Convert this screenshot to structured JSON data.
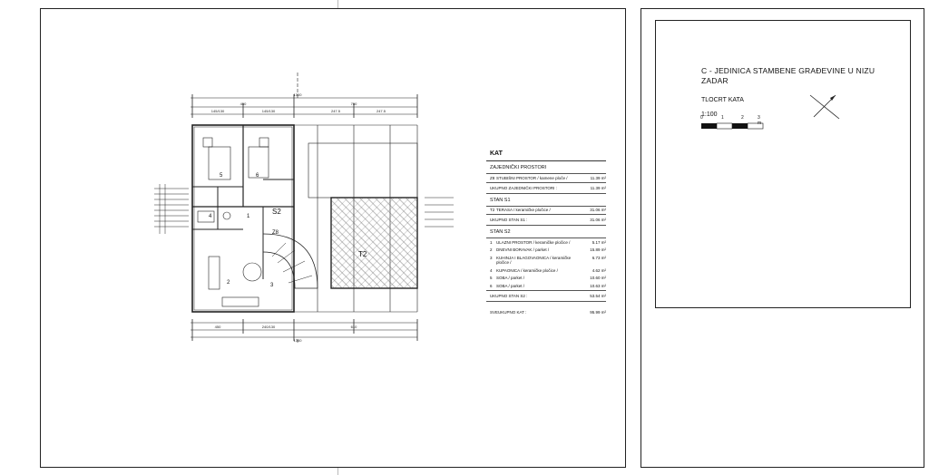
{
  "titleblock": {
    "title": "C - JEDINICA STAMBENE GRAĐEVINE U NIZU ZADAR",
    "subtitle": "TLOCRT KATA",
    "scale": "1:100",
    "scalebar_labels": [
      "0",
      "1",
      "2",
      "3 m"
    ]
  },
  "plan": {
    "room_labels": [
      "S2",
      "T2",
      "Z8",
      "1",
      "2",
      "3",
      "4",
      "5",
      "6"
    ],
    "dims_top": [
      "1300",
      "450",
      "750",
      "145/130",
      "145/130",
      "247.5",
      "247.5"
    ],
    "dims_bottom": [
      "450",
      "240/130",
      "610",
      "1340"
    ]
  },
  "schedule": {
    "heading": "KAT",
    "sections": [
      {
        "title": "ZAJEDNIČKI PROSTORI",
        "rows": [
          {
            "num": "Z8",
            "label": "STUBIŠNI PROSTOR / kamene ploče /",
            "value": "11.39 m²"
          }
        ],
        "total": {
          "label": "UKUPNO ZAJEDNIČKI PROSTORI :",
          "value": "11.39 m²"
        }
      },
      {
        "title": "STAN S1",
        "rows": [
          {
            "num": "T2",
            "label": "TERASA / keramičke pločice /",
            "value": "31.06 m²"
          }
        ],
        "total": {
          "label": "UKUPNO STAN S1 :",
          "value": "31.06 m²"
        }
      },
      {
        "title": "STAN S2",
        "rows": [
          {
            "num": "1",
            "label": "ULAZNI PROSTOR / keramičke pločice /",
            "value": "5.17 m²"
          },
          {
            "num": "2",
            "label": "DNEVNI BORAVAK / parket /",
            "value": "15.89 m²"
          },
          {
            "num": "3",
            "label": "KUHINJA I BLAGOVAONICA / keramičke pločice /",
            "value": "6.73 m²"
          },
          {
            "num": "4",
            "label": "KUPAONICA / keramičke pločice /",
            "value": "4.62 m²"
          },
          {
            "num": "5",
            "label": "SOBA / parket /",
            "value": "10.60 m²"
          },
          {
            "num": "6",
            "label": "SOBA / parket /",
            "value": "10.63 m²"
          }
        ],
        "total": {
          "label": "UKUPNO STAN S2 :",
          "value": "53.54 m²"
        }
      }
    ],
    "grand_total": {
      "label": "SVEUKUPNO KAT :",
      "value": "95.99 m²"
    }
  }
}
